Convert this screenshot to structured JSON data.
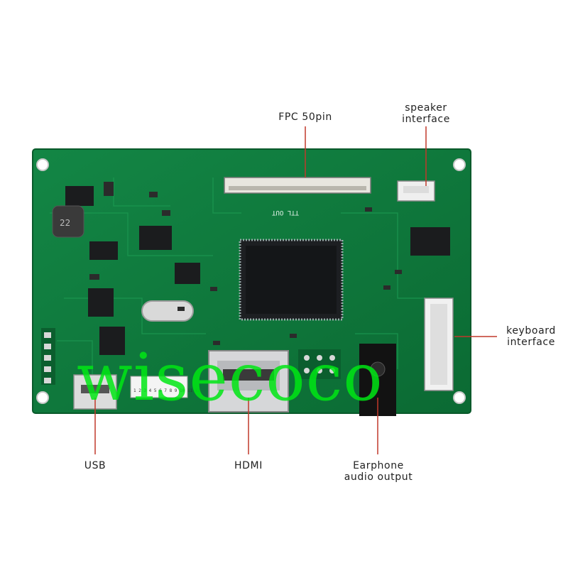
{
  "labels": {
    "fpc": "FPC 50pin",
    "speaker_line1": "speaker",
    "speaker_line2": "interface",
    "keyboard_line1": "keyboard",
    "keyboard_line2": "interface",
    "usb": "USB",
    "hdmi": "HDMI",
    "earphone_line1": "Earphone",
    "earphone_line2": "audio output"
  },
  "board": {
    "silkscreen_ttl": "TTL OUT",
    "silkscreen_code": "1 2 3 4 5 6 7 8 9 10 11 12"
  },
  "watermark": "wisecoco",
  "colors": {
    "pcb": "#0f7a3c",
    "callout_line": "#c0392b",
    "watermark": "#00e614"
  }
}
